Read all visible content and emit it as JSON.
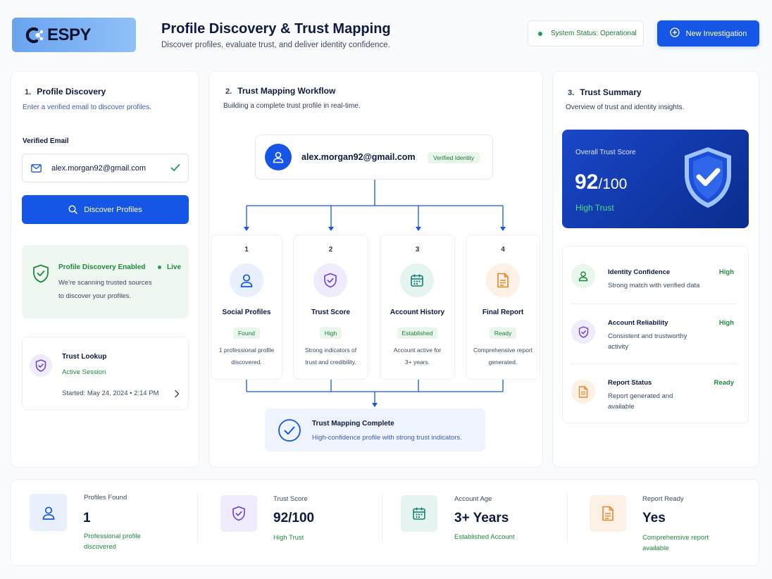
{
  "header": {
    "logo_text": "ESPY",
    "title": "Profile Discovery & Trust Mapping",
    "subtitle": "Discover profiles, evaluate trust, and deliver identity confidence.",
    "system_status": "System Status: Operational",
    "new_investigation": "New Investigation"
  },
  "discovery": {
    "num": "1.",
    "title": "Profile Discovery",
    "subtitle": "Enter a verified email to discover profiles.",
    "email_label": "Verified Email",
    "email_value": "alex.morgan92@gmail.com",
    "discover_button": "Discover Profiles",
    "enabled_title": "Profile Discovery Enabled",
    "live_label": "Live",
    "enabled_desc_1": "We're scanning trusted sources",
    "enabled_desc_2": "to discover your profiles.",
    "lookup_title": "Trust Lookup",
    "lookup_status": "Active Session",
    "lookup_started": "Started: May 24, 2024 • 2:14 PM"
  },
  "workflow": {
    "num": "2.",
    "title": "Trust Mapping Workflow",
    "subtitle": "Building a complete trust profile in real-time.",
    "root_email": "alex.morgan92@gmail.com",
    "root_badge": "Verified Identity",
    "steps": [
      {
        "num": "1",
        "title": "Social Profiles",
        "badge": "Found",
        "desc_1": "1 professional profile",
        "desc_2": "discovered."
      },
      {
        "num": "2",
        "title": "Trust Score",
        "badge": "High",
        "desc_1": "Strong indicators of",
        "desc_2": "trust and credibility."
      },
      {
        "num": "3",
        "title": "Account History",
        "badge": "Established",
        "desc_1": "Account active for",
        "desc_2": "3+ years."
      },
      {
        "num": "4",
        "title": "Final Report",
        "badge": "Ready",
        "desc_1": "Comprehensive report",
        "desc_2": "generated."
      }
    ],
    "complete_title": "Trust Mapping Complete",
    "complete_desc": "High-confidence profile with strong trust indicators."
  },
  "summary": {
    "num": "3.",
    "title": "Trust Summary",
    "subtitle": "Overview of trust and identity insights.",
    "score_label": "Overall Trust Score",
    "score_value": "92",
    "score_max": "/100",
    "score_level": "High Trust",
    "rows": [
      {
        "title": "Identity Confidence",
        "level": "High",
        "desc_1": "Strong match with verified data",
        "desc_2": ""
      },
      {
        "title": "Account Reliability",
        "level": "High",
        "desc_1": "Consistent and trustworthy",
        "desc_2": "activity"
      },
      {
        "title": "Report Status",
        "level": "Ready",
        "desc_1": "Report generated and",
        "desc_2": "available"
      }
    ]
  },
  "stats": [
    {
      "label": "Profiles Found",
      "value": "1",
      "sub_1": "Professional profile",
      "sub_2": "discovered"
    },
    {
      "label": "Trust Score",
      "value": "92/100",
      "sub_1": "High Trust",
      "sub_2": ""
    },
    {
      "label": "Account Age",
      "value": "3+ Years",
      "sub_1": "Established Account",
      "sub_2": ""
    },
    {
      "label": "Report Ready",
      "value": "Yes",
      "sub_1": "Comprehensive report",
      "sub_2": "available"
    }
  ],
  "colors": {
    "primary": "#1556e6",
    "success": "#1f8a3e",
    "score_card": "#0a2c8d"
  }
}
